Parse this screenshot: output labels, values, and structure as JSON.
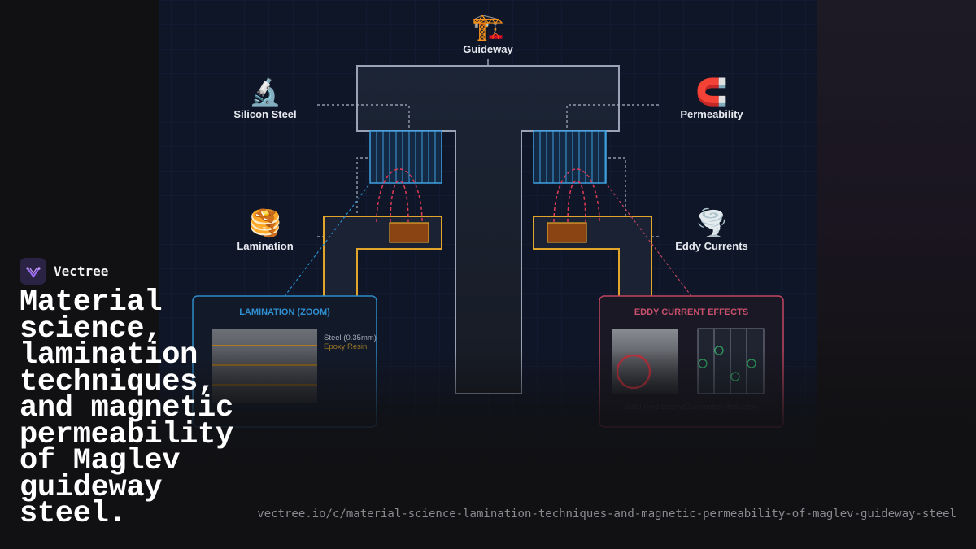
{
  "diagram": {
    "nodes": {
      "guideway": {
        "icon": "🏗️",
        "label": "Guideway"
      },
      "silicon_steel": {
        "icon": "🔬",
        "label": "Silicon Steel"
      },
      "permeability": {
        "icon": "🧲",
        "label": "Permeability"
      },
      "lamination": {
        "icon": "🥞",
        "label": "Lamination"
      },
      "eddy_currents": {
        "icon": "🌪️",
        "label": "Eddy Currents"
      }
    },
    "lamination_panel": {
      "title": "LAMINATION (ZOOM)",
      "steel_label": "Steel (0.35mm)",
      "resin_label": "Epoxy Resin"
    },
    "eddy_panel": {
      "title": "EDDY CURRENT EFFECTS",
      "caption": "Solid Core Loss vs Laminated Reduction"
    },
    "colors": {
      "guideway_outline": "#9aa3b5",
      "coil": "#3fa0e0",
      "magnet_arm": "#e0a52a",
      "magnet_core": "#8a4414",
      "field_lines": "#e03a55",
      "lamination_accent": "#2d8bc8",
      "eddy_accent": "#c04660",
      "eddy_loop_small": "#2fa862"
    }
  },
  "brand": {
    "name": "Vectree",
    "logo_icon": "vectree-logo-icon"
  },
  "headline": "Material science, lamination techniques, and magnetic permeability of Maglev guideway steel.",
  "url": "vectree.io/c/material-science-lamination-techniques-and-magnetic-permeability-of-maglev-guideway-steel"
}
